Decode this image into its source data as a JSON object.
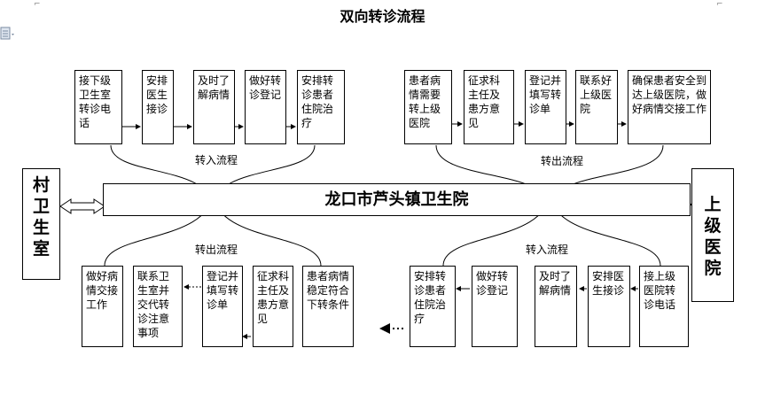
{
  "title": "双向转诊流程",
  "corner_marks": [
    "⌐",
    "⌐"
  ],
  "center": {
    "name": "龙口市芦头镇卫生院"
  },
  "left_entity": "村卫生室",
  "right_entity": "上级医院",
  "top_left": {
    "label": "转入流程",
    "steps": [
      "接下级卫生室转诊电话",
      "安排医生接诊",
      "及时了解病情",
      "做好转诊登记",
      "安排转诊患者住院治疗"
    ]
  },
  "top_right": {
    "label": "转出流程",
    "steps": [
      "患者病情需要转上级医院",
      "征求科主任及患方意见",
      "登记并填写转诊单",
      "联系好上级医院",
      "确保患者安全到达上级医院，做好病情交接工作"
    ]
  },
  "bottom_left": {
    "label": "转出流程",
    "steps": [
      "做好病情交接工作",
      "联系卫生室并交代转诊注意事项",
      "登记并填写转诊单",
      "征求科主任及患方意见",
      "患者病情稳定符合下转条件"
    ]
  },
  "bottom_right": {
    "label": "转入流程",
    "steps": [
      "安排转诊患者住院治疗",
      "做好转诊登记",
      "及时了解病情",
      "安排医生接诊",
      "接上级医院转诊电话"
    ]
  }
}
